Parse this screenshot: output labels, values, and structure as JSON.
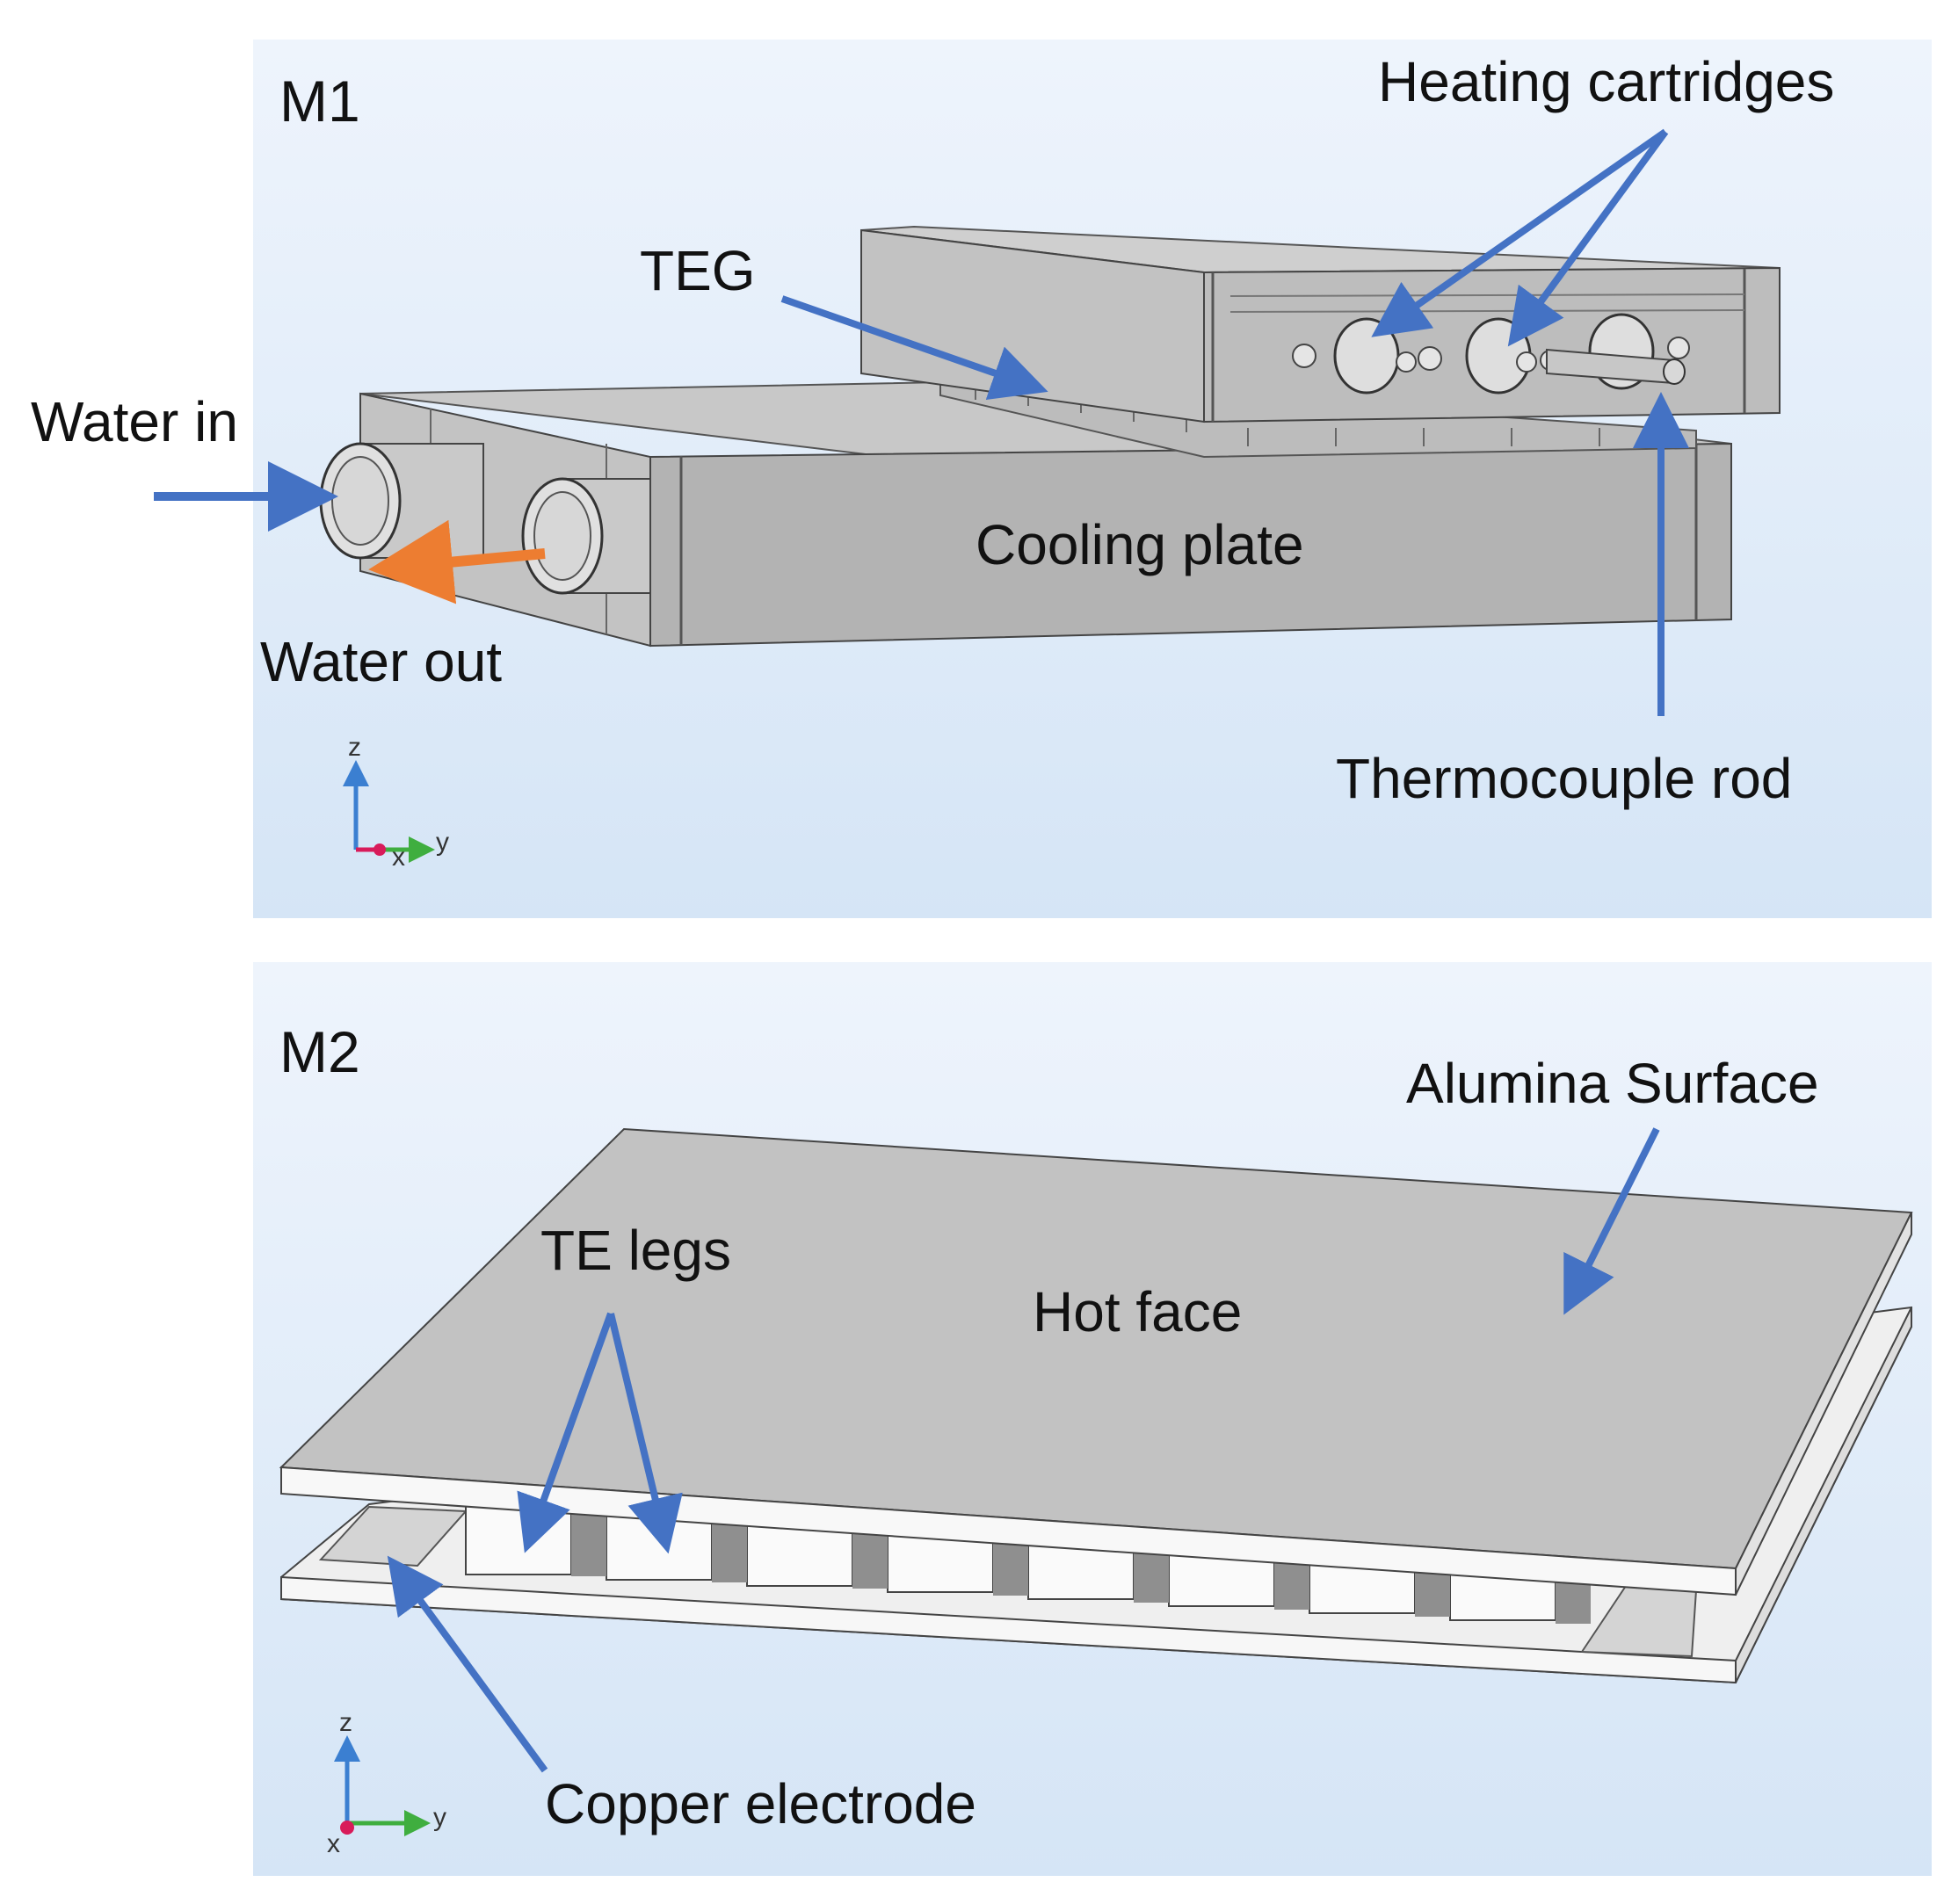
{
  "colors": {
    "panel_bg_top": "#e9f1fb",
    "panel_bg_bottom": "#d6e6f7",
    "arrow_blue": "#4472c4",
    "arrow_orange": "#ed7d31",
    "metal_light": "#d0d0d0",
    "metal_mid": "#b8b8b8",
    "metal_dark": "#8c8c8c",
    "alumina": "#c4c4c4",
    "alumina_edge": "#f7f7f7",
    "axis_z": "#3b7fd1",
    "axis_y": "#3fae3f",
    "axis_x": "#d81b5a"
  },
  "panel_m1": {
    "title": "M1",
    "labels": {
      "heating_cartridges": "Heating cartridges",
      "teg": "TEG",
      "water_in": "Water in",
      "water_out": "Water out",
      "cooling_plate": "Cooling plate",
      "thermocouple_rod": "Thermocouple rod"
    },
    "axes": {
      "z": "z",
      "y": "y",
      "x": "x"
    }
  },
  "panel_m2": {
    "title": "M2",
    "labels": {
      "alumina_surface": "Alumina Surface",
      "te_legs": "TE legs",
      "hot_face": "Hot face",
      "copper_electrode": "Copper electrode"
    },
    "axes": {
      "z": "z",
      "y": "y",
      "x": "x"
    }
  }
}
